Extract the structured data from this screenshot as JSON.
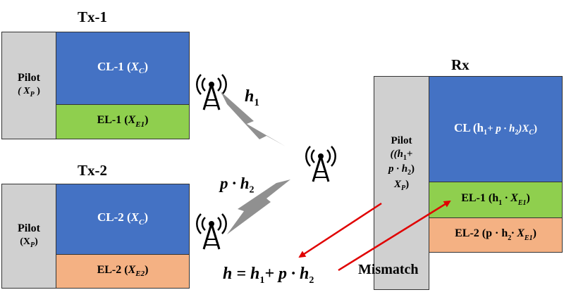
{
  "tx1": {
    "title": "Tx-1",
    "pilot_label": "Pilot",
    "pilot_sym": "( X",
    "pilot_sub": "P",
    "pilot_tail": " )",
    "cl_text": "CL-1 (",
    "cl_sym": "X",
    "cl_sub": "C",
    "cl_tail": ")",
    "el_text": "EL-1 (",
    "el_sym": "X",
    "el_sub": "E1",
    "el_tail": ")"
  },
  "tx2": {
    "title": "Tx-2",
    "pilot_label": "Pilot",
    "pilot_sym": "(X",
    "pilot_sub": "P",
    "pilot_tail": ")",
    "cl_text": "CL-2 (",
    "cl_sym": "X",
    "cl_sub": "C",
    "cl_tail": ")",
    "el_text": "EL-2 (",
    "el_sym": "X",
    "el_sub": "E2",
    "el_tail": ")"
  },
  "rx": {
    "title": "Rx",
    "pilot_label": "Pilot",
    "pilot_line1": "((h",
    "pilot_line1_sub": "1",
    "pilot_line1_tail": "+",
    "pilot_line2": "p · h",
    "pilot_line2_sub": "2",
    "pilot_line2_tail": ")",
    "pilot_line3": "X",
    "pilot_line3_sub": "P",
    "pilot_line3_tail": ")",
    "cl_text": "CL (h",
    "cl_sub1": "1",
    "cl_mid": "+ p · h",
    "cl_sub2": "2",
    "cl_mid2": ")X",
    "cl_sub3": "C",
    "cl_tail": ")",
    "el1_text": "EL-1 (h",
    "el1_sub1": "1",
    "el1_mid": " · X",
    "el1_sub2": "E1",
    "el1_tail": ")",
    "el2_text": "EL-2 (p · h",
    "el2_sub1": "2",
    "el2_mid": "· X",
    "el2_sub2": "E1",
    "el2_tail": ")"
  },
  "channel": {
    "h1": "h",
    "h1_sub": "1",
    "ph2": "p · h",
    "ph2_sub": "2"
  },
  "equation": {
    "lhs": "h = h",
    "sub1": "1",
    "mid": "+ p · h",
    "sub2": "2"
  },
  "mismatch_label": "Mismatch",
  "colors": {
    "pilot": "#d0d0d0",
    "cl": "#4472c4",
    "el_green": "#8fcf4e",
    "el_orange": "#f4b183",
    "arrow": "#e00000",
    "bolt": "#909090"
  },
  "icons": [
    "antenna-tower-icon",
    "lightning-bolt-icon",
    "red-arrow-icon"
  ]
}
